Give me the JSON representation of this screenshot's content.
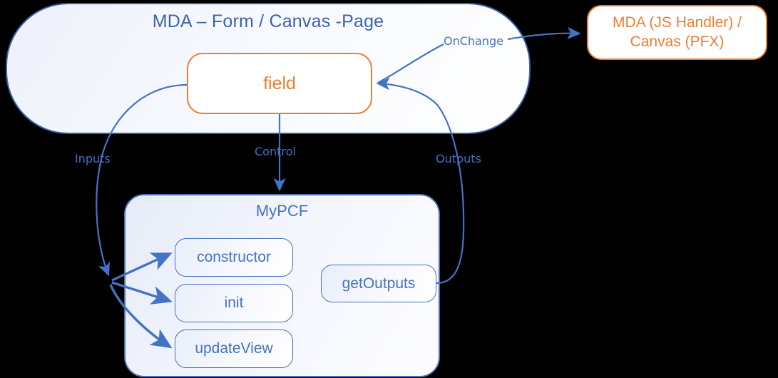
{
  "diagram": {
    "title_text": "MDA – Form / Canvas -Page",
    "colors": {
      "blue_stroke": "#4472C4",
      "blue_text": "#4472C4",
      "container_border": "#3a63a8",
      "orange": "#ED7D31",
      "background": "#000000"
    }
  },
  "mda_page": {
    "title": "MDA – Form / Canvas -Page",
    "field": {
      "label": "field"
    }
  },
  "mda_handler": {
    "line1": "MDA (JS Handler) /",
    "line2": "Canvas (PFX)"
  },
  "mypcf": {
    "title": "MyPCF",
    "methods": [
      {
        "label": "constructor"
      },
      {
        "label": "init"
      },
      {
        "label": "updateView"
      },
      {
        "label": "getOutputs"
      }
    ]
  },
  "edges": {
    "inputs": "Inputs",
    "control": "Control",
    "outputs": "Outputs",
    "onchange": "OnChange"
  }
}
